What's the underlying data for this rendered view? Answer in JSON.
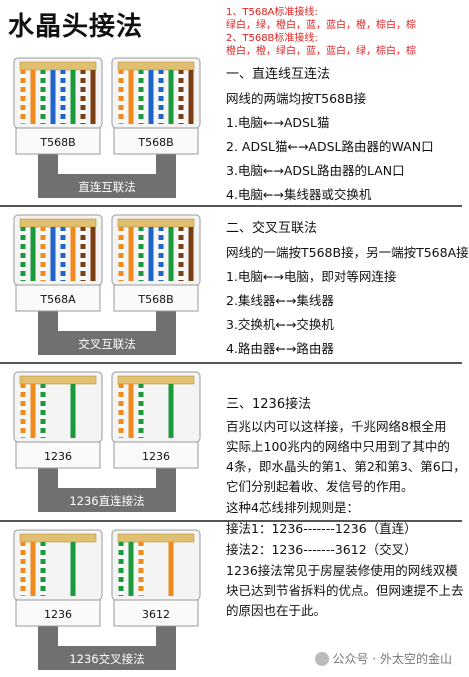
{
  "title": "水晶头接法",
  "standards": {
    "a_title": "1、T568A标准接线:",
    "a_order": "绿白，绿，橙白，蓝，蓝白，橙，棕白，棕",
    "b_title": "2、T568B标准接线:",
    "b_order": "橙白，橙，绿白，蓝，蓝白，绿，棕白，棕"
  },
  "sections": [
    {
      "left_label": "T568B",
      "right_label": "T568B",
      "bridge": "直连互联法",
      "heading": "一、直连线互连法",
      "lines": [
        "网线的两端均按T568B接",
        "1.电脑←→ADSL猫",
        "2. ADSL猫←→ADSL路由器的WAN口",
        "3.电脑←→ADSL路由器的LAN口",
        "4.电脑←→集线器或交换机"
      ]
    },
    {
      "left_label": "T568A",
      "right_label": "T568B",
      "bridge": "交叉互联法",
      "heading": "二、交叉互联法",
      "lines": [
        "网线的一端按T568B接，另一端按T568A接",
        "1.电脑←→电脑，即对等网连接",
        "2.集线器←→集线器",
        "3.交换机←→交换机",
        "4.路由器←→路由器"
      ]
    },
    {
      "left_label": "1236",
      "right_label": "1236",
      "bridge": "1236直连接法",
      "heading": "三、1236接法",
      "lines": [
        "百兆以内可以这样接，千兆网络8根全用",
        "实际上100兆内的网络中只用到了其中的",
        "4条，即水晶头的第1、第2和第3、第6口，",
        "它们分别起着收、发信号的作用。",
        "这种4芯线排列规则是：",
        "接法1：1236-------1236（直连）",
        "接法2：1236-------3612（交叉）",
        "1236接法常见于房屋装修使用的网线双模",
        "块已达到节省拆料的优点。但网速提不上去",
        "的原因也在于此。"
      ]
    },
    {
      "left_label": "1236",
      "right_label": "3612",
      "bridge": "1236交叉接法"
    }
  ],
  "watermark": "公众号 · 外太空的金山",
  "colors": {
    "orange": "#f08a1c",
    "orange_white": "#f6c48a",
    "green": "#1a9a3a",
    "green_white": "#a8dcb0",
    "blue": "#1f64c8",
    "blue_white": "#a8c8ee",
    "brown": "#7a3e12",
    "brown_white": "#d6b08e",
    "bridge": "#707070",
    "standard_text": "#e02020"
  },
  "wiring": {
    "T568B": [
      "orange_white",
      "orange",
      "green_white",
      "blue",
      "blue_white",
      "green",
      "brown_white",
      "brown"
    ],
    "T568A": [
      "green_white",
      "green",
      "orange_white",
      "blue",
      "blue_white",
      "orange",
      "brown_white",
      "brown"
    ],
    "1236": [
      "orange_white",
      "orange",
      "green_white",
      "none",
      "none",
      "green",
      "none",
      "none"
    ],
    "3612": [
      "green_white",
      "green",
      "orange_white",
      "none",
      "none",
      "orange",
      "none",
      "none"
    ]
  }
}
